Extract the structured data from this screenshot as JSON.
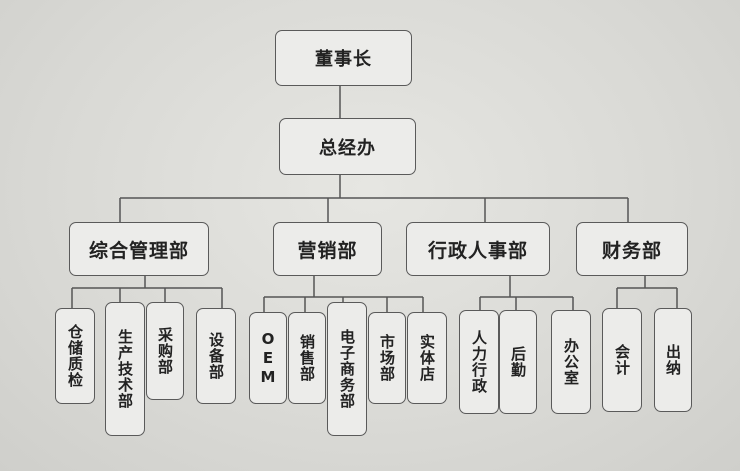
{
  "root": {
    "label": "董事长"
  },
  "office": {
    "label": "总经办"
  },
  "departments": [
    {
      "label": "综合管理部",
      "units": [
        "仓储质检",
        "生产技术部",
        "采购部",
        "设备部"
      ]
    },
    {
      "label": "营销部",
      "units": [
        "OEM",
        "销售部",
        "电子商务部",
        "市场部",
        "实体店"
      ]
    },
    {
      "label": "行政人事部",
      "units": [
        "人力行政",
        "后勤",
        "办公室"
      ]
    },
    {
      "label": "财务部",
      "units": [
        "会计",
        "出纳"
      ]
    }
  ],
  "colors": {
    "line": "#555555",
    "box_border": "#5a5a5a",
    "box_fill": "#ececea",
    "background": "#dcdcd8"
  }
}
